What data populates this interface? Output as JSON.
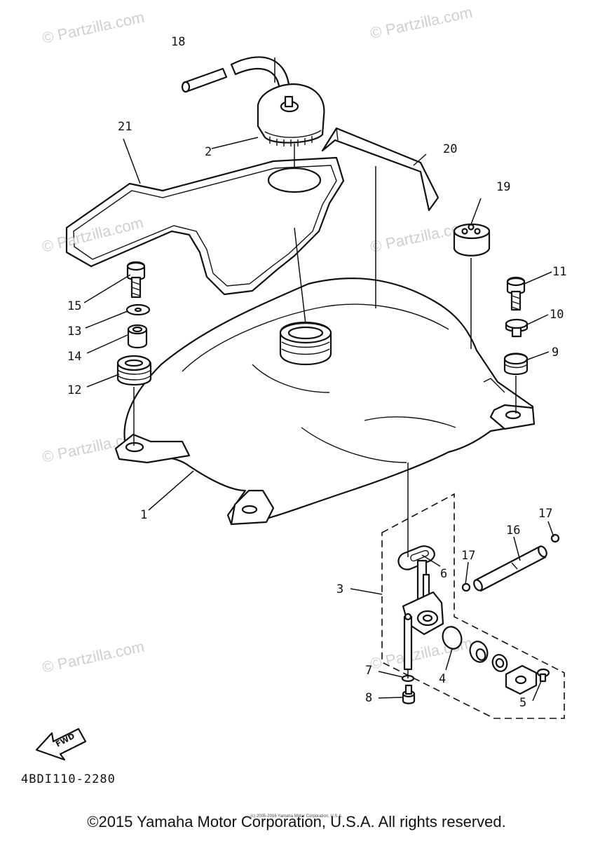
{
  "watermark": "© Partzilla.com",
  "callouts": {
    "c1": "1",
    "c2": "2",
    "c3": "3",
    "c4": "4",
    "c5": "5",
    "c6": "6",
    "c7": "7",
    "c8": "8",
    "c9": "9",
    "c10": "10",
    "c11": "11",
    "c12": "12",
    "c13": "13",
    "c14": "14",
    "c15": "15",
    "c16": "16",
    "c17a": "17",
    "c17b": "17",
    "c18": "18",
    "c19": "19",
    "c20": "20",
    "c21": "21"
  },
  "fwd_label": "FWD",
  "part_code": "4BDI110-2280",
  "copyright": "©2015 Yamaha Motor Corporation, U.S.A. All rights reserved.",
  "copyright_small": "(c) 2005-2016 Yamaha Motor Corporation, U.S.A."
}
